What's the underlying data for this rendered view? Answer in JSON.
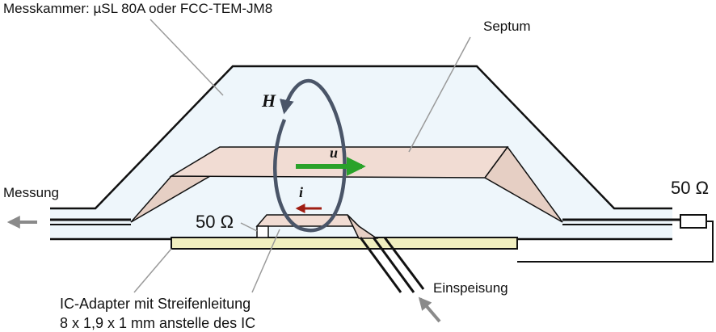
{
  "labels": {
    "chamber": "Messkammer: µSL 80A oder FCC-TEM-JM8",
    "septum": "Septum",
    "messung": "Messung",
    "load_right": "50 Ω",
    "load_adapter": "50 Ω",
    "field_h": "H",
    "voltage_u": "u",
    "current_i": "i",
    "einspeisung": "Einspeisung",
    "adapter_line1": "IC-Adapter mit Streifenleitung",
    "adapter_line2": "8 x 1,9 x 1 mm anstelle des IC"
  },
  "colors": {
    "outline": "#111111",
    "chamber_fill": "#eef6fb",
    "septum_top": "#f1dcd3",
    "septum_side": "#e6cfc4",
    "pcb_fill": "#f1efc0",
    "arrow_u": "#2aa22a",
    "arrow_i": "#a01d12",
    "h_loop": "#4a5568",
    "pointer": "#9a9a9a",
    "io_arrow": "#8a8a8a"
  }
}
